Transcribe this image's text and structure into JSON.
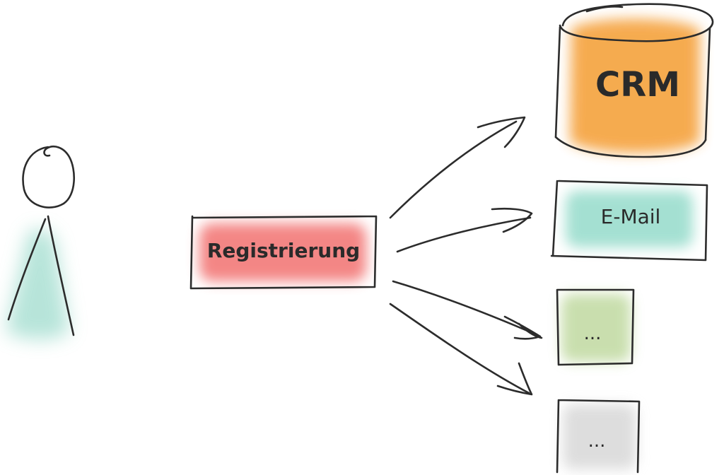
{
  "diagram": {
    "source": {
      "label": "Registrierung",
      "wash_color": "#f2716f"
    },
    "targets": [
      {
        "label": "CRM",
        "shape": "database",
        "wash_color": "#f5a23c"
      },
      {
        "label": "E-Mail",
        "shape": "box",
        "wash_color": "#8ed9c7"
      },
      {
        "label": "...",
        "shape": "box",
        "wash_color": "#bcd79a"
      },
      {
        "label": "...",
        "shape": "box",
        "wash_color": "#d8d8d8"
      }
    ],
    "actor": {
      "wash_color": "#9fdccd"
    },
    "ink_color": "#2c2c2c"
  }
}
